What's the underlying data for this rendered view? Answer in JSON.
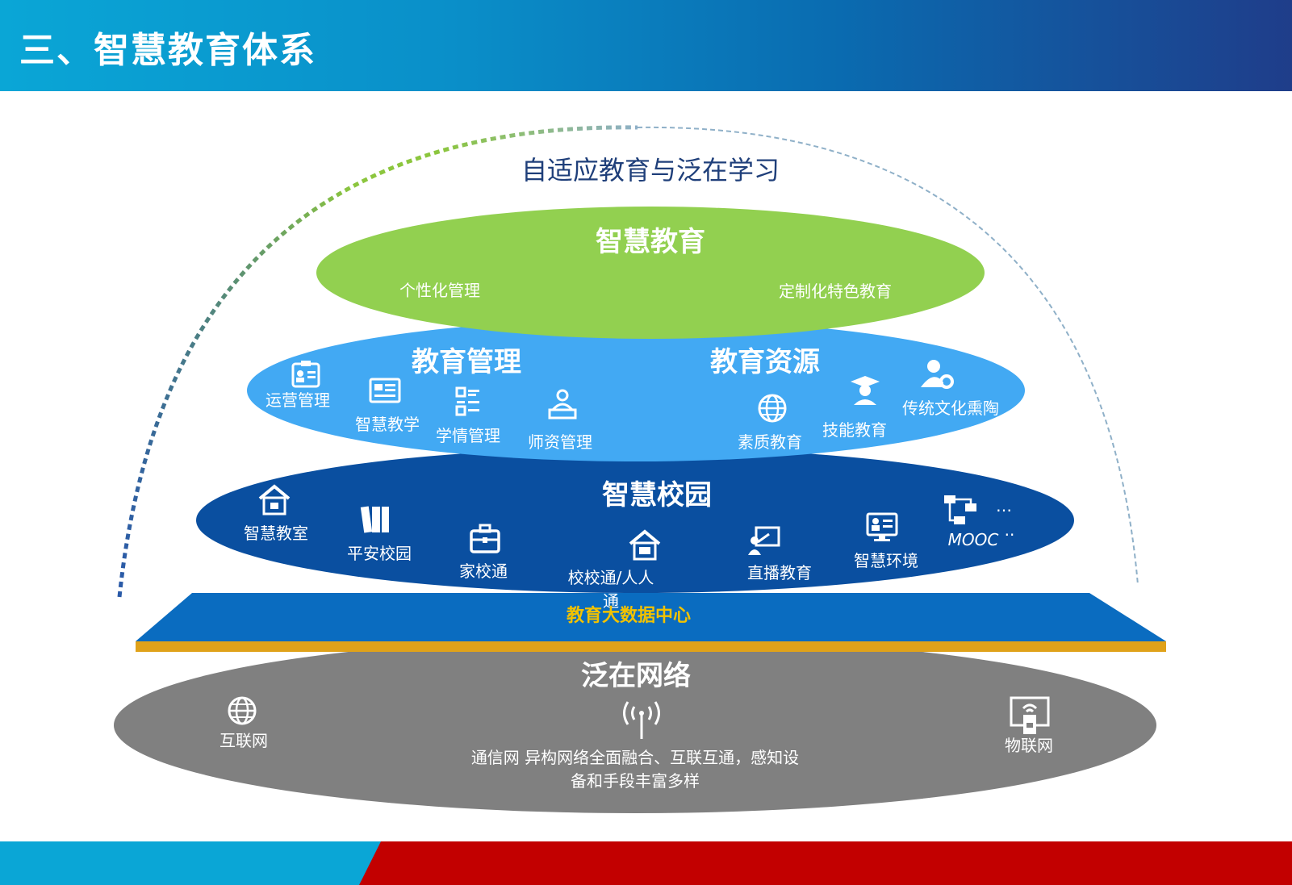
{
  "header": {
    "title": "三、智慧教育体系"
  },
  "arc": {
    "label": "自适应教育与泛在学习"
  },
  "smart_education": {
    "title": "智慧教育",
    "left_item": "个性化管理",
    "right_item": "定制化特色教育",
    "color": "#92d050"
  },
  "management_resources": {
    "color": "#42a9f3",
    "management_title": "教育管理",
    "resources_title": "教育资源",
    "items": [
      {
        "label": "运营管理",
        "icon": "id-card-icon"
      },
      {
        "label": "智慧教学",
        "icon": "news-panel-icon"
      },
      {
        "label": "学情管理",
        "icon": "list-icon"
      },
      {
        "label": "师资管理",
        "icon": "teacher-icon"
      },
      {
        "label": "素质教育",
        "icon": "globe-icon"
      },
      {
        "label": "技能教育",
        "icon": "graduate-icon"
      },
      {
        "label": "传统文化熏陶",
        "icon": "user-gear-icon"
      }
    ]
  },
  "smart_campus": {
    "title": "智慧校园",
    "color": "#0a4fa0",
    "items": [
      {
        "label": "智慧教室",
        "icon": "house-icon"
      },
      {
        "label": "平安校园",
        "icon": "books-icon"
      },
      {
        "label": "家校通",
        "icon": "briefcase-icon"
      },
      {
        "label": "校校通/人人通",
        "icon": "house-monitor-icon"
      },
      {
        "label": "直播教育",
        "icon": "presentation-icon"
      },
      {
        "label": "智慧环境",
        "icon": "monitor-people-icon"
      },
      {
        "label": "MOOC",
        "icon": "network-icon"
      }
    ],
    "ellipsis": "…",
    "mooc_dots": "··"
  },
  "data_center": {
    "label": "教育大数据中心",
    "color": "#0a6cc0",
    "edge_color": "#e0a21a"
  },
  "network": {
    "title": "泛在网络",
    "color": "#808080",
    "internet": "互联网",
    "telecom": "通信网 异构网络全面融合、互联互通，感知设备和手段丰富多样",
    "iot": "物联网"
  },
  "colors": {
    "header_start": "#0aa6d6",
    "header_end": "#1f3d8a",
    "footer_blue": "#0aa6d6",
    "footer_red": "#c20000"
  }
}
